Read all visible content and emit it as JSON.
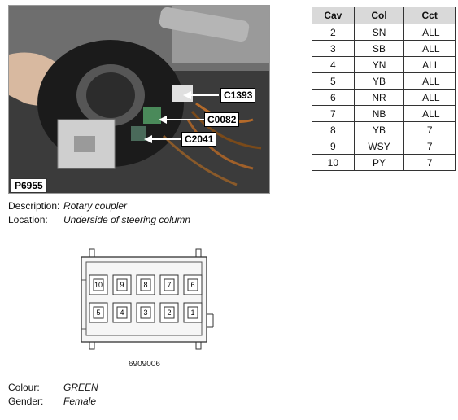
{
  "photo": {
    "id_label": "P6955",
    "callouts": [
      "C1393",
      "C0082",
      "C2041"
    ]
  },
  "table": {
    "headers": [
      "Cav",
      "Col",
      "Cct"
    ],
    "rows": [
      [
        "2",
        "SN",
        ".ALL"
      ],
      [
        "3",
        "SB",
        ".ALL"
      ],
      [
        "4",
        "YN",
        ".ALL"
      ],
      [
        "5",
        "YB",
        ".ALL"
      ],
      [
        "6",
        "NR",
        ".ALL"
      ],
      [
        "7",
        "NB",
        ".ALL"
      ],
      [
        "8",
        "YB",
        "7"
      ],
      [
        "9",
        "WSY",
        "7"
      ],
      [
        "10",
        "PY",
        "7"
      ]
    ]
  },
  "description": {
    "label": "Description:",
    "value": "Rotary coupler"
  },
  "location": {
    "label": "Location:",
    "value": "Underside of steering column"
  },
  "connector": {
    "top_row": [
      "10",
      "9",
      "8",
      "7",
      "6"
    ],
    "bottom_row": [
      "5",
      "4",
      "3",
      "2",
      "1"
    ],
    "part_number": "6909006"
  },
  "colour": {
    "label": "Colour:",
    "value": "GREEN"
  },
  "gender": {
    "label": "Gender:",
    "value": "Female"
  }
}
